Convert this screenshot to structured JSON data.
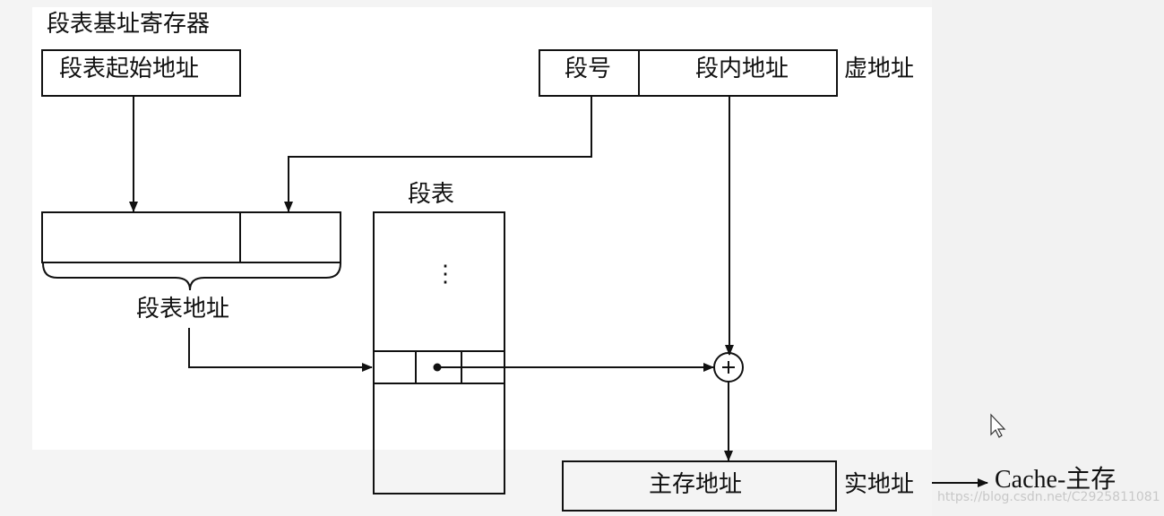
{
  "labels": {
    "seg_table_base_reg": "段表基址寄存器",
    "seg_table_start_addr": "段表起始地址",
    "seg_no": "段号",
    "offset": "段内地址",
    "virtual_addr": "虚地址",
    "seg_table": "段表",
    "seg_table_addr": "段表地址",
    "main_mem_addr": "主存地址",
    "real_addr": "实地址",
    "cache_main": "Cache-主存",
    "ellipsis": "⋮",
    "adder": "+"
  },
  "watermark": "https://blog.csdn.net/C2925811081"
}
